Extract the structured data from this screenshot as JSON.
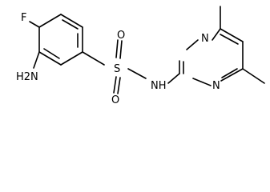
{
  "molecule": {
    "atoms": {
      "fluorine": "F",
      "amino": "H2N",
      "sulfur": "S",
      "oxygen_top": "O",
      "oxygen_bottom": "O",
      "sulfonamide_nh": "NH",
      "ring_nitrogen_upper": "N",
      "ring_nitrogen_lower": "N"
    }
  }
}
